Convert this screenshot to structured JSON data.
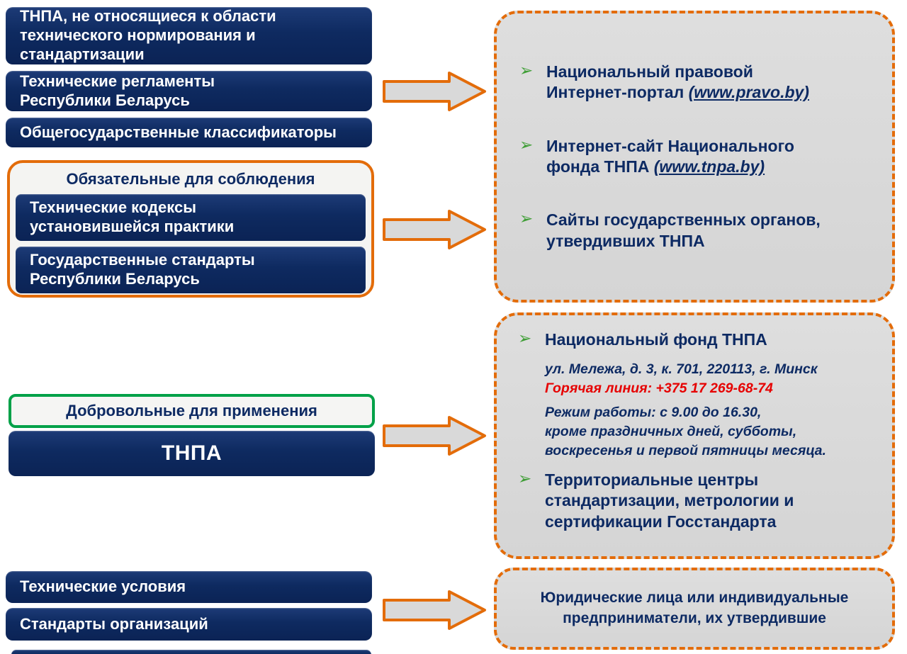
{
  "palette": {
    "navy": "#0d2a63",
    "orange": "#e36c0a",
    "box_gray": "#d9d9d9",
    "green_border": "#00a148",
    "bullet_green": "#3f9e36",
    "hotline_red": "#e60000"
  },
  "bullet_glyph": "➢",
  "left_column": {
    "box_other_tnpa": {
      "lines": [
        "ТНПА, не относящиеся к области",
        "технического нормирования и",
        "стандартизации"
      ]
    },
    "box_tech_regulations": {
      "lines": [
        "Технические регламенты",
        "Республики Беларусь"
      ]
    },
    "box_classifiers": {
      "lines": [
        "Общегосударственные классификаторы"
      ]
    },
    "mandatory_group": {
      "title": "Обязательные для соблюдения",
      "box_codes": {
        "lines": [
          "Технические кодексы",
          "установившейся практики"
        ]
      },
      "box_standards": {
        "lines": [
          "Государственные стандарты",
          "Республики Беларусь"
        ]
      }
    },
    "voluntary_group": {
      "title": "Добровольные для применения",
      "box_tnpa": "ТНПА"
    },
    "box_tech_conditions": "Технические условия",
    "box_org_standards": "Стандарты организаций"
  },
  "right_column": {
    "publication_box": {
      "items": [
        {
          "line1": "Национальный правовой",
          "line2_pre": "Интернет-портал ",
          "line2_link": "(www.pravo.by)"
        },
        {
          "line1": "Интернет-сайт Национального",
          "line2_pre": "фонда ТНПА ",
          "line2_link": "(www.tnpa.by)"
        },
        {
          "line1": "Сайты государственных органов,",
          "line2": "утвердивших ТНПА"
        }
      ]
    },
    "fund_box": {
      "title": "Национальный фонд ТНПА",
      "address": "ул. Мележа, д. 3, к. 701, 220113, г. Минск",
      "hotline": "Горячая линия: +375 17 269-68-74",
      "schedule_lines": [
        "Режим работы: с 9.00 до 16.30,",
        "кроме праздничных дней, субботы,",
        "воскресенья и первой пятницы месяца."
      ],
      "centers_lines": [
        "Территориальные центры",
        "стандартизации, метрологии и",
        "сертификации Госстандарта"
      ]
    },
    "approvers_box": {
      "lines": [
        "Юридические лица или индивидуальные",
        "предприниматели, их утвердившие"
      ]
    }
  }
}
